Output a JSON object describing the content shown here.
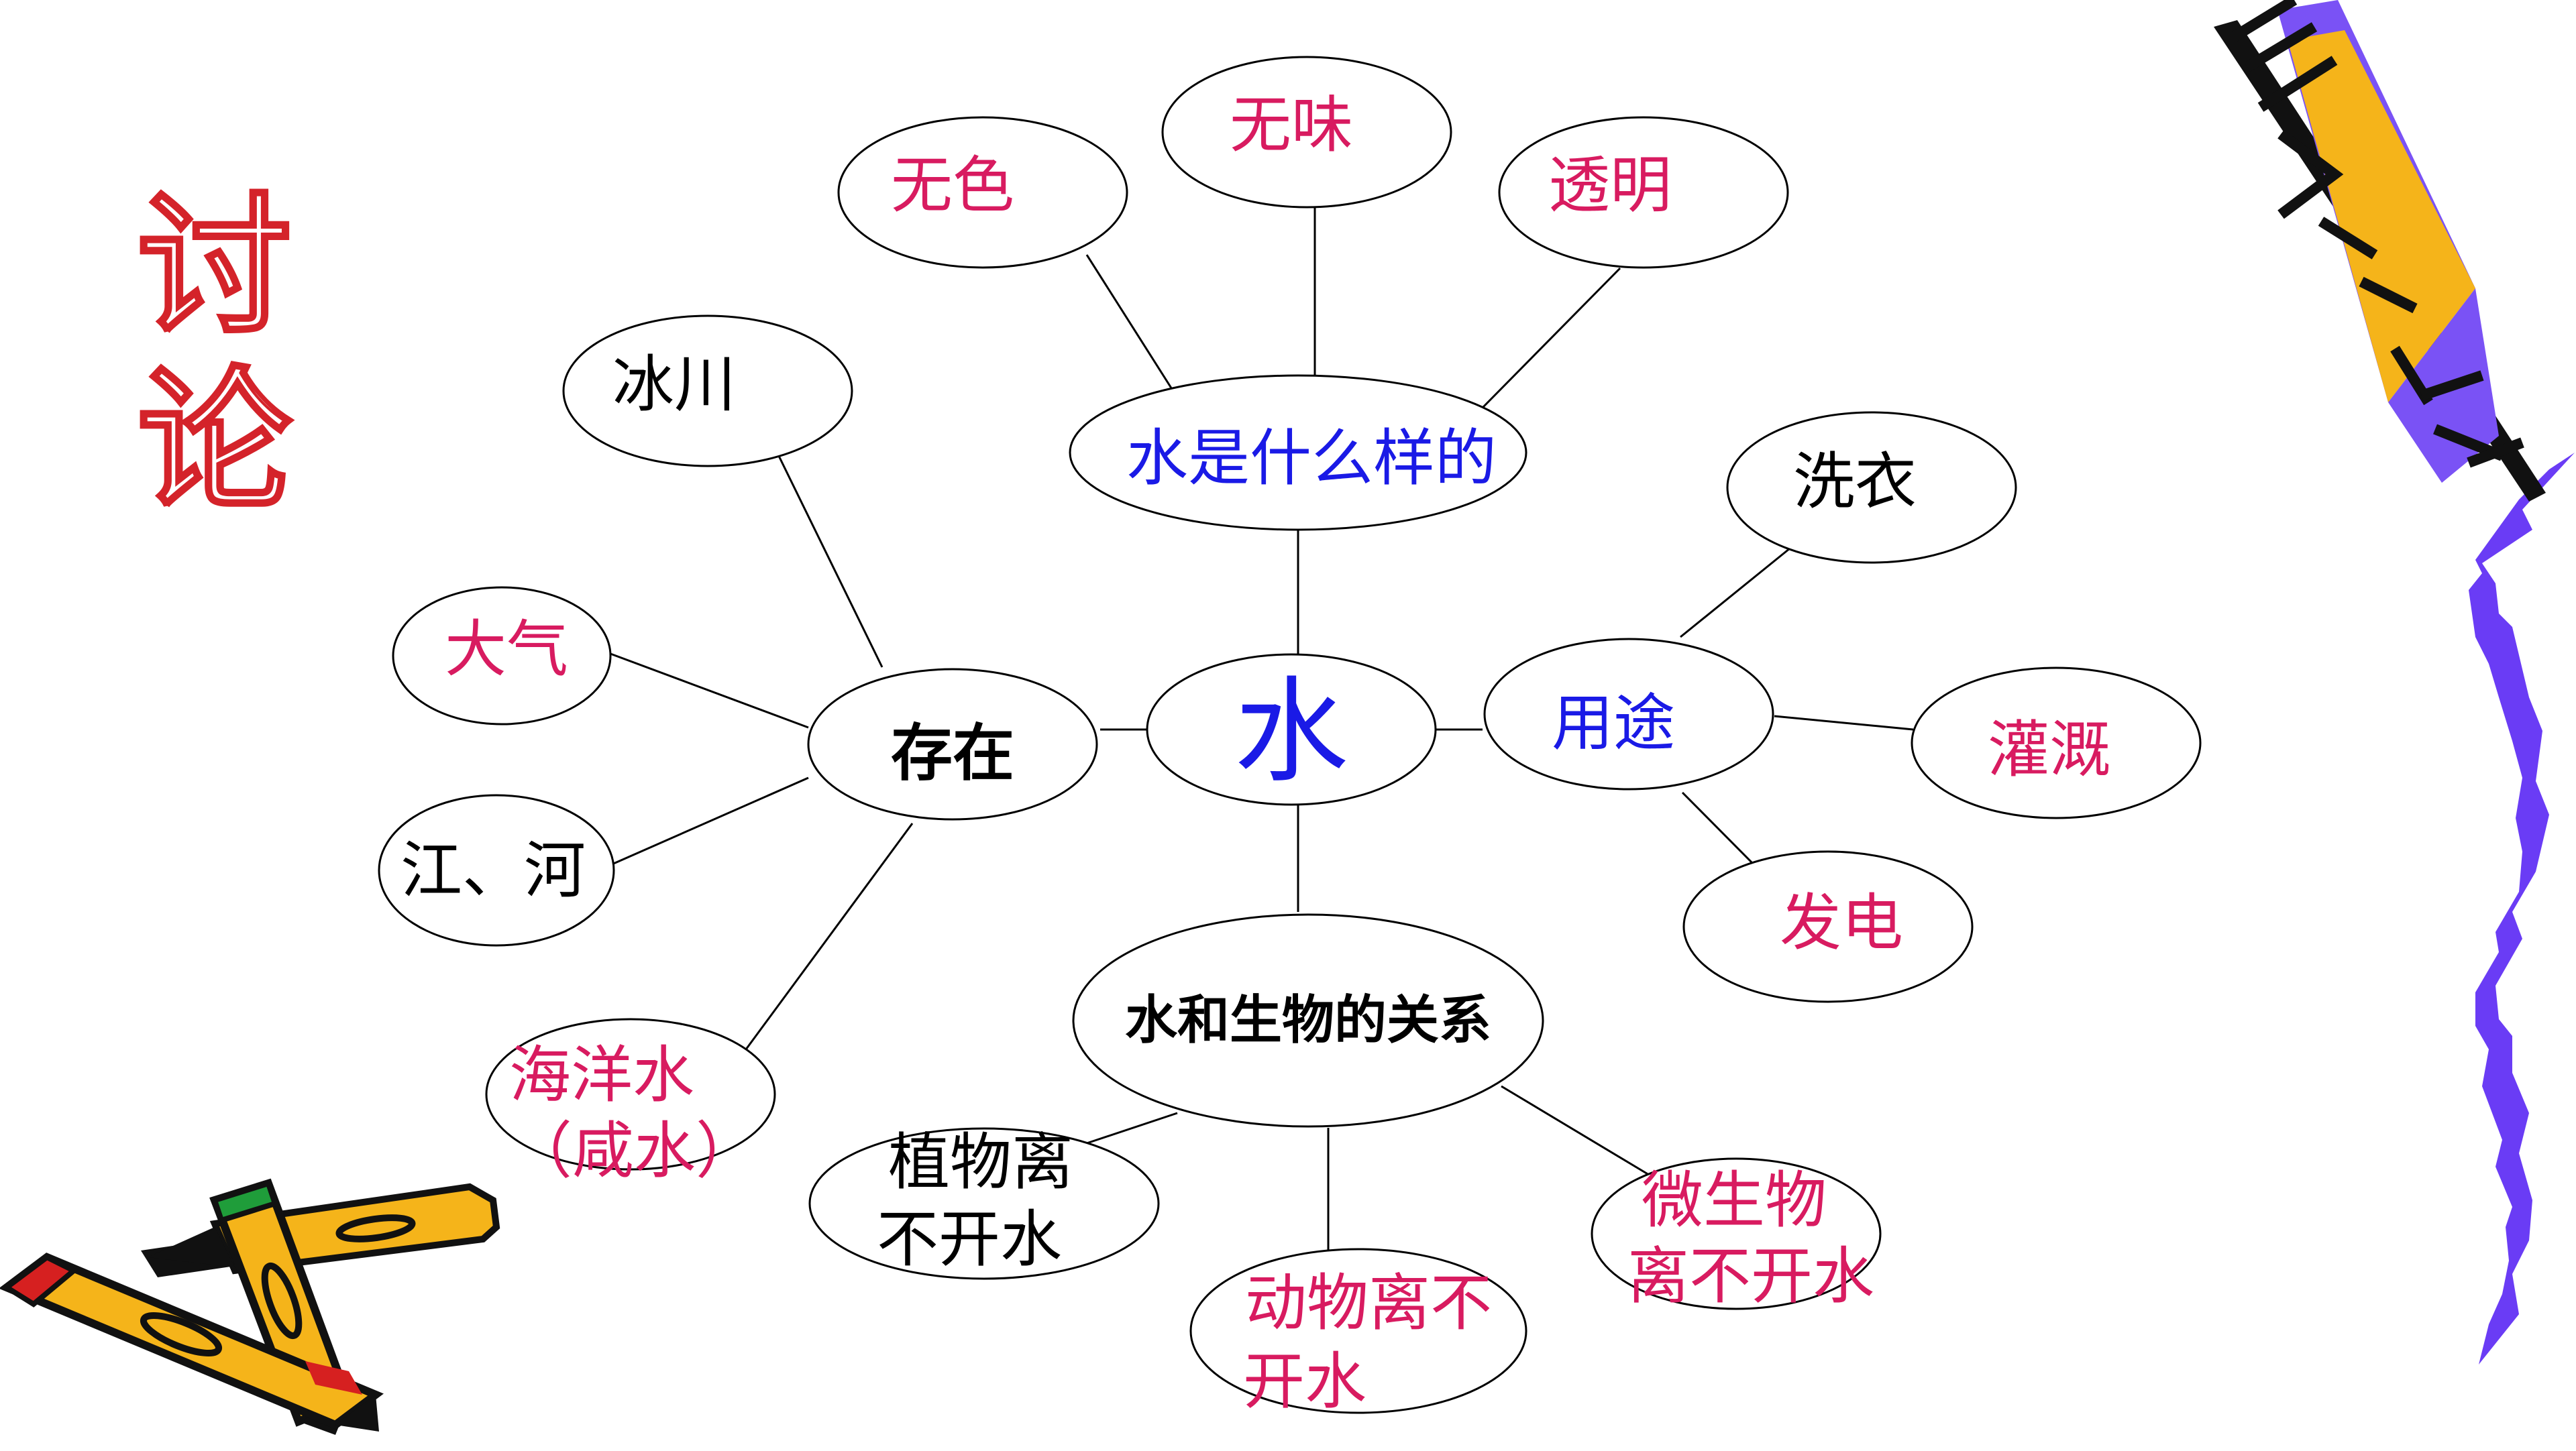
{
  "title": {
    "text": "讨论",
    "color": "#d4232a"
  },
  "colors": {
    "black": "#000000",
    "pink": "#d81b60",
    "blue": "#1a1ae6",
    "line": "#000000"
  },
  "center": {
    "label": "水",
    "color": "#1a1ae6"
  },
  "branches": {
    "appearance": {
      "label": "水是什么样的",
      "color": "#1a1ae6"
    },
    "existence": {
      "label": "存在",
      "color": "#000000"
    },
    "uses": {
      "label": "用途",
      "color": "#1a1ae6"
    },
    "relations": {
      "label": "水和生物的关系",
      "color": "#000000"
    }
  },
  "leaves": {
    "colorless": {
      "label": "无色",
      "color": "#d81b60"
    },
    "tasteless": {
      "label": "无味",
      "color": "#d81b60"
    },
    "transparent": {
      "label": "透明",
      "color": "#d81b60"
    },
    "glacier": {
      "label": "冰川",
      "color": "#000000"
    },
    "atmosphere": {
      "label": "大气",
      "color": "#d81b60"
    },
    "rivers": {
      "label": "江、河",
      "color": "#000000"
    },
    "seawater": {
      "lines": [
        "海洋水",
        "（咸水）"
      ],
      "color": "#d81b60"
    },
    "laundry": {
      "label": "洗衣",
      "color": "#000000"
    },
    "irrigation": {
      "label": "灌溉",
      "color": "#d81b60"
    },
    "electricity": {
      "label": "发电",
      "color": "#d81b60"
    },
    "plants": {
      "lines": [
        "植物离",
        "不开水"
      ],
      "color": "#000000"
    },
    "animals": {
      "lines": [
        "动物离不",
        "开水"
      ],
      "color": "#d81b60"
    },
    "microbes": {
      "lines": [
        "微生物",
        "离不开水"
      ],
      "color": "#d81b60"
    }
  },
  "decorations": {
    "pencil_icon": "pencil-icon",
    "squiggle": "wavy-line"
  }
}
